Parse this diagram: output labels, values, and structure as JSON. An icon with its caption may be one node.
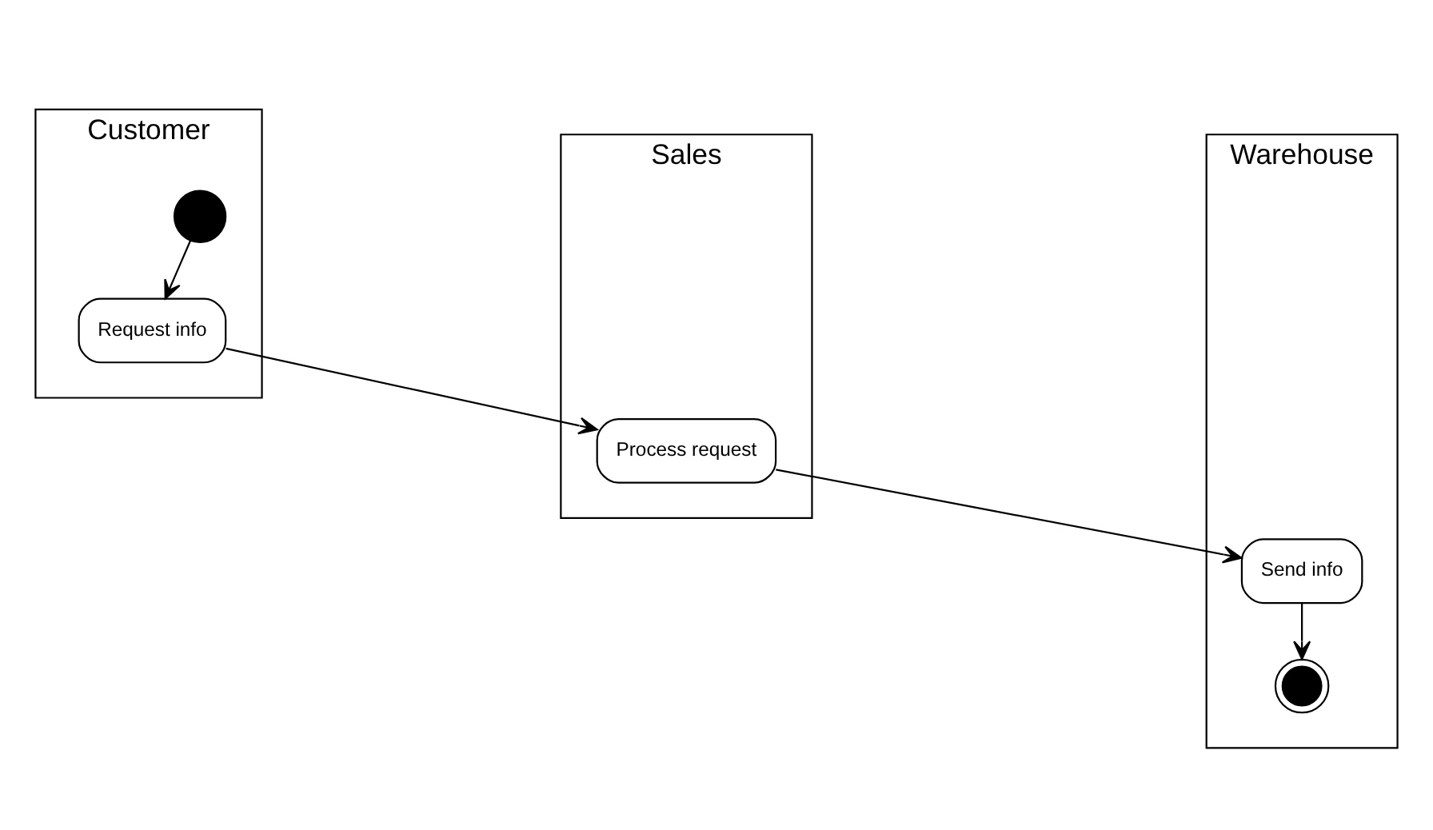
{
  "diagram": {
    "nodes": [
      {
        "text": [
          "Customer"
        ]
      },
      {
        "text": [
          "Sales"
        ]
      },
      {
        "text": [
          "Warehouse"
        ]
      },
      {
        "text": [],
        "shape": "circle",
        "in": 0
      },
      {
        "text": [
          "Request info"
        ],
        "in": 0
      },
      {
        "text": [
          "Process request"
        ],
        "in": 1
      },
      {
        "text": [
          "Send info"
        ],
        "in": 2
      },
      {
        "text": [],
        "shape": "circle",
        "in": 2
      }
    ],
    "edges": [
      {
        "from": 3,
        "to": 4,
        "arrow": "to"
      },
      {
        "from": 4,
        "to": 5,
        "arrow": "to"
      },
      {
        "from": 5,
        "to": 6,
        "arrow": "to"
      },
      {
        "from": 6,
        "to": 7,
        "arrow": "to"
      }
    ]
  }
}
